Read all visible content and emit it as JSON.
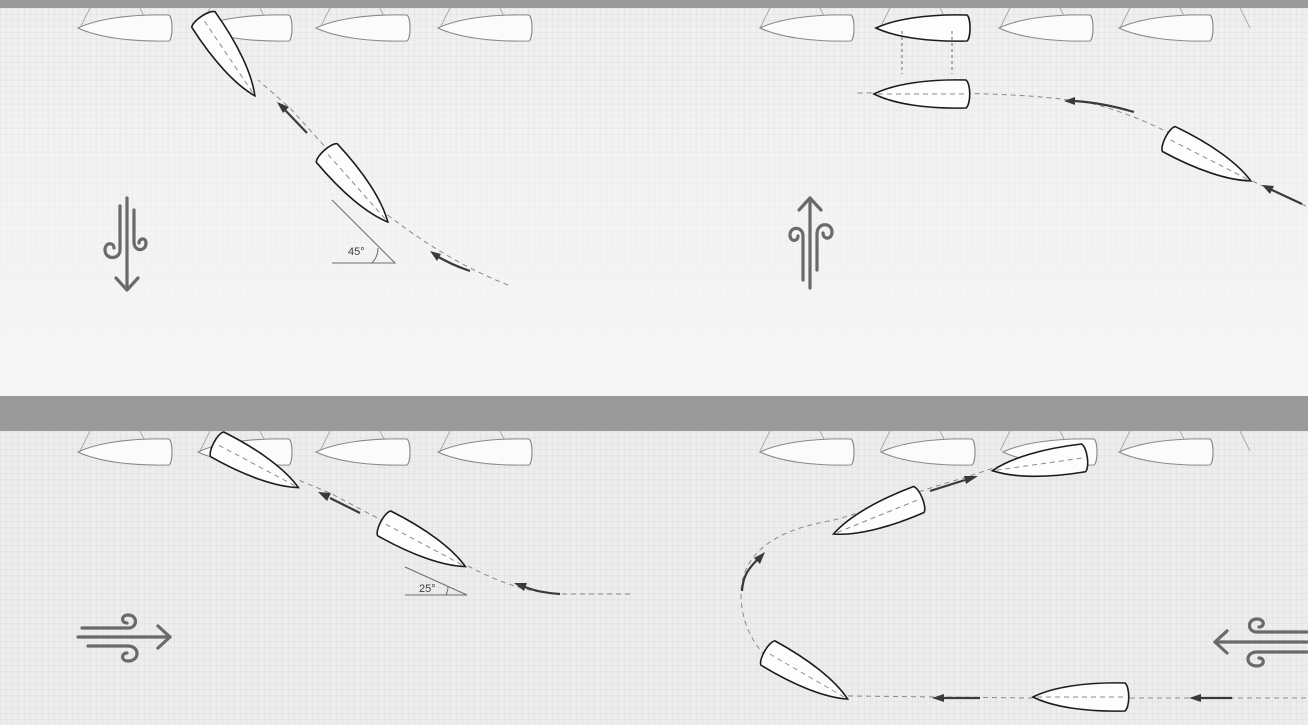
{
  "scenes": [
    {
      "id": "wind-from-north",
      "wind": "toward-south",
      "angle_label": "45°"
    },
    {
      "id": "wind-from-south",
      "wind": "toward-north",
      "angle_label": ""
    },
    {
      "id": "wind-from-west",
      "wind": "toward-east",
      "angle_label": "25°"
    },
    {
      "id": "wind-from-east",
      "wind": "toward-west",
      "angle_label": ""
    }
  ],
  "colors": {
    "background": "#e9e9e9",
    "grid": "#d6d6d6",
    "divider": "#9a9a9a",
    "hull": "#fdfdfd",
    "outline": "#1c1c1c",
    "wind_symbol": "#6a6a6a"
  }
}
